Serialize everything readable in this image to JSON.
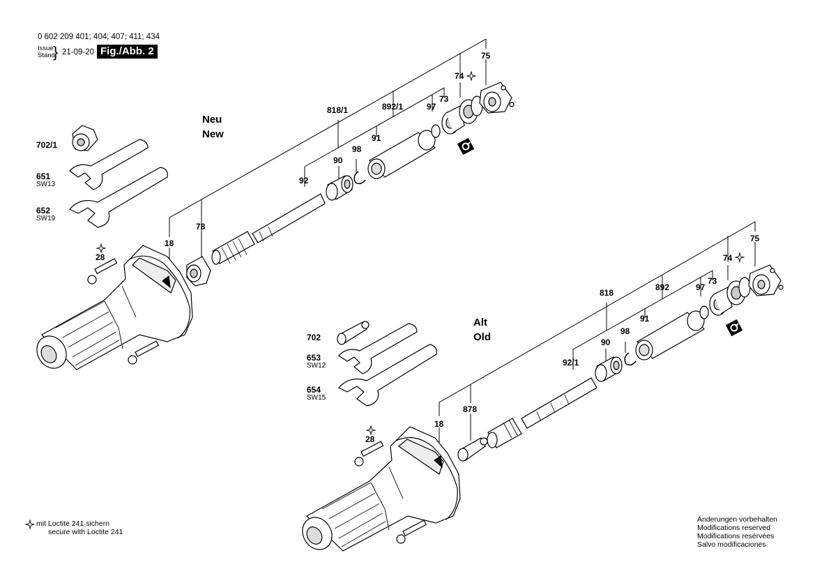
{
  "header": {
    "part_numbers": "0 602 209 401; 404; 407; 411; 434",
    "issue_label": "Issue",
    "stand_label": "Stand",
    "date": "21-09-20",
    "figure": "Fig./Abb. 2"
  },
  "sections": {
    "new_de": "Neu",
    "new_en": "New",
    "old_de": "Alt",
    "old_en": "Old"
  },
  "labels_new": {
    "p75": "75",
    "p74": "74",
    "p73": "73",
    "p97": "97",
    "p892_1": "892/1",
    "p818_1": "818/1",
    "p91": "91",
    "p98": "98",
    "p90": "90",
    "p92": "92",
    "p78": "78",
    "p18": "18",
    "p28": "28",
    "p702_1": "702/1",
    "p651": "651",
    "sw13": "SW13",
    "p652": "652",
    "sw19": "SW19"
  },
  "labels_old": {
    "p75": "75",
    "p74": "74",
    "p73": "73",
    "p97": "97",
    "p892": "892",
    "p818": "818",
    "p91": "91",
    "p98": "98",
    "p90": "90",
    "p92_1": "92/1",
    "p878": "878",
    "p18": "18",
    "p28": "28",
    "p702": "702",
    "p653": "653",
    "sw12": "SW12",
    "p654": "654",
    "sw15": "SW15"
  },
  "legend": {
    "line1": "mit Loctite 241 sichern",
    "line2": "secure with Loctite 241"
  },
  "modifications": {
    "de": "Änderungen vorbehalten",
    "en": "Modifications reserved",
    "fr": "Modifications resérvées",
    "es": "Salvo modificaciones"
  },
  "icons": [
    "loctite-star-icon",
    "grease-symbol-icon"
  ]
}
